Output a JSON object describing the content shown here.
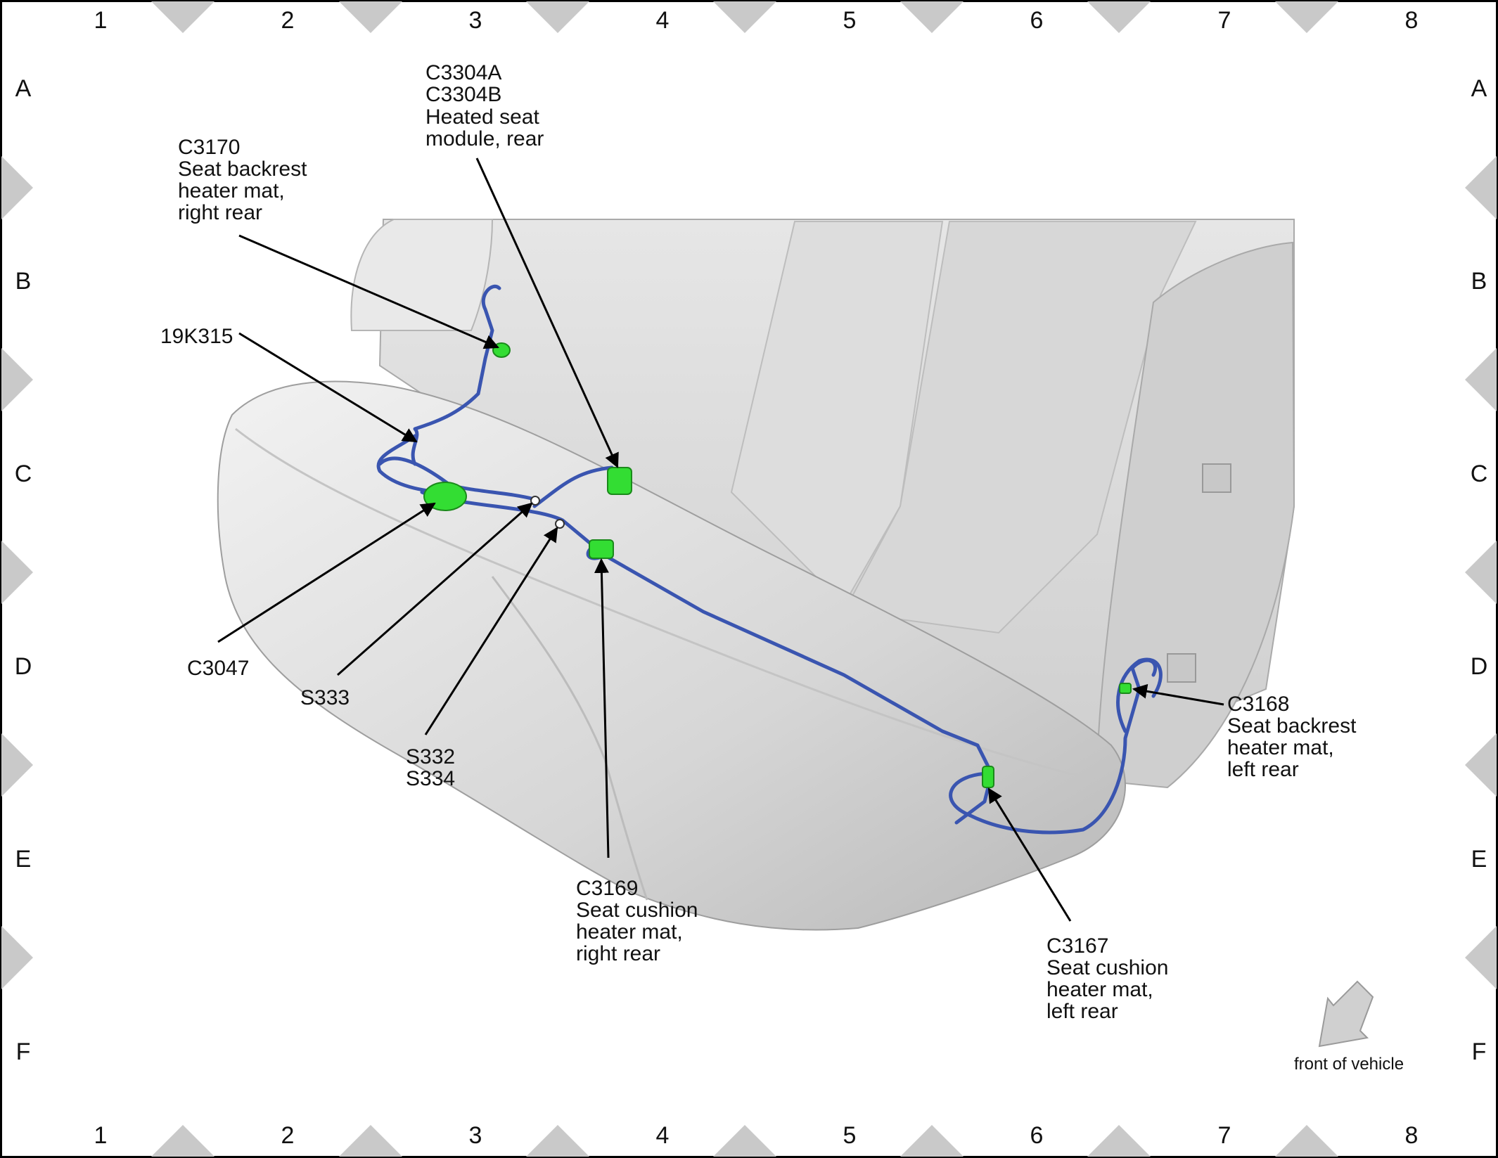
{
  "grid": {
    "columns": [
      "1",
      "2",
      "3",
      "4",
      "5",
      "6",
      "7",
      "8"
    ],
    "rows": [
      "A",
      "B",
      "C",
      "D",
      "E",
      "F"
    ]
  },
  "callouts": {
    "c3304": {
      "line1": "C3304A",
      "line2": "C3304B",
      "line3": "Heated seat",
      "line4": "module, rear"
    },
    "c3170": {
      "line1": "C3170",
      "line2": "Seat backrest",
      "line3": "heater mat,",
      "line4": "right rear"
    },
    "k19315": {
      "line1": "19K315"
    },
    "c3047": {
      "line1": "C3047"
    },
    "s333": {
      "line1": "S333"
    },
    "s332": {
      "line1": "S332",
      "line2": "S334"
    },
    "c3169": {
      "line1": "C3169",
      "line2": "Seat cushion",
      "line3": "heater mat,",
      "line4": "right rear"
    },
    "c3167": {
      "line1": "C3167",
      "line2": "Seat cushion",
      "line3": "heater mat,",
      "line4": "left rear"
    },
    "c3168": {
      "line1": "C3168",
      "line2": "Seat backrest",
      "line3": "heater mat,",
      "line4": "left rear"
    }
  },
  "orientation": {
    "label": "front of vehicle"
  },
  "colors": {
    "harness": "#3a55b0",
    "connector": "#33dd33",
    "seat": "#d9d9d9",
    "seat_shade": "#bdbdbd",
    "border_marker": "#c9c9c9"
  }
}
